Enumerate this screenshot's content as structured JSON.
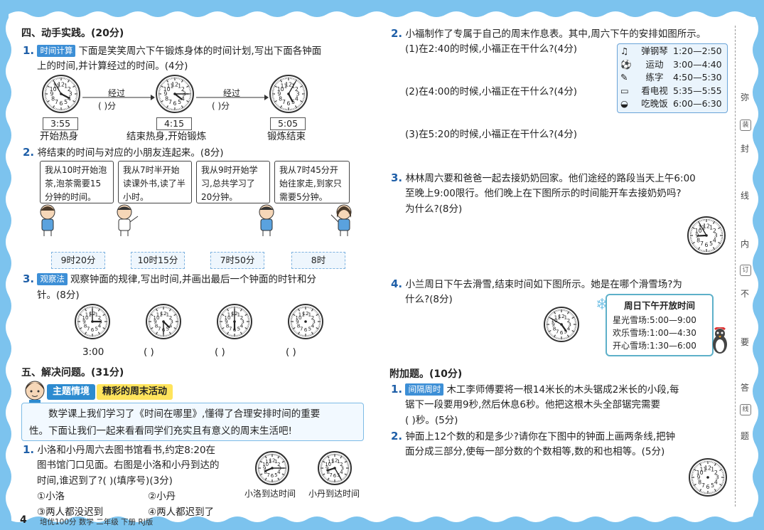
{
  "section4": {
    "title": "四、动手实践。(20分)",
    "q1": {
      "num": "1.",
      "tag": "时间计算",
      "line1": "下面是笑笑周六下午锻炼身体的时间计划,写出下面各钟面",
      "line2": "上的时间,并计算经过的时间。(4分)",
      "passed": "经过",
      "blank1": "(        )分",
      "blank2": "(        )分",
      "times": [
        "3:55",
        "4:15",
        "5:05"
      ],
      "labels": [
        "开始热身",
        "结束热身,开始锻炼",
        "锻炼结束"
      ]
    },
    "q2": {
      "num": "2.",
      "text": "将结束的时间与对应的小朋友连起来。(8分)",
      "bubbles": [
        "我从10时开始泡茶,泡茶需要15分钟的时间。",
        "我从7时半开始读课外书,读了半小时。",
        "我从9时开始学习,总共学习了20分钟。",
        "我从7时45分开始往家走,到家只需要5分钟。"
      ],
      "answers": [
        "9时20分",
        "10时15分",
        "7时50分",
        "8时"
      ]
    },
    "q3": {
      "num": "3.",
      "tag": "观察法",
      "line1": "观察钟面的规律,写出时间,并画出最后一个钟面的时针和分",
      "line2": "针。(8分)",
      "captions": [
        "3:00",
        "(        )",
        "(        )",
        "(        )"
      ]
    }
  },
  "section5": {
    "title": "五、解决问题。(31分)",
    "theme_label": "主题情境",
    "theme_title": "精彩的周末活动",
    "intro_line1": "数学课上我们学习了《时间在哪里》,懂得了合理安排时间的重要",
    "intro_line2": "性。下面让我们一起来看看同学们充实且有意义的周末生活吧!",
    "q1": {
      "num": "1.",
      "line1": "小洛和小丹周六去图书馆看书,约定8:20在",
      "line2": "图书馆门口见面。右图是小洛和小丹到达的",
      "line3": "时间,谁迟到了?(        )(填序号)(3分)",
      "opt1": "①小洛",
      "opt2": "②小丹",
      "opt3": "③两人都没迟到",
      "opt4": "④两人都迟到了",
      "clock1_caption": "小洛到达时间",
      "clock2_caption": "小丹到达时间"
    }
  },
  "footer": {
    "page_num": "4",
    "text": "培优100分   数学   二年级   下册   RJ版"
  },
  "right": {
    "q2": {
      "num": "2.",
      "line1": "小福制作了专属于自己的周末作息表。其中,周六下午的安排如图所示。",
      "sub1": "(1)在2:40的时候,小福正在干什么?(4分)",
      "sub2": "(2)在4:00的时候,小福正在干什么?(4分)",
      "sub3": "(3)在5:20的时候,小福正在干什么?(4分)",
      "schedule": [
        {
          "activity": "弹钢琴",
          "time": "1:20—2:50"
        },
        {
          "activity": "运动",
          "time": "3:00—4:40"
        },
        {
          "activity": "练字",
          "time": "4:50—5:30"
        },
        {
          "activity": "看电视",
          "time": "5:35—5:55"
        },
        {
          "activity": "吃晚饭",
          "time": "6:00—6:30"
        }
      ]
    },
    "q3": {
      "num": "3.",
      "line1": "林林周六要和爸爸一起去接奶奶回家。他们途经的路段当天上午6:00",
      "line2": "至晚上9:00限行。他们晚上在下图所示的时间能开车去接奶奶吗?",
      "line3": "为什么?(8分)"
    },
    "q4": {
      "num": "4.",
      "line1": "小兰周日下午去滑雪,结束时间如下图所示。她是在哪个滑雪场?为",
      "line2": "什么?(8分)",
      "box_title": "周日下午开放时间",
      "rows": [
        "星光雪场:5:00—9:00",
        "欢乐雪场:1:00—4:30",
        "开心雪场:1:30—6:00"
      ]
    },
    "bonus": {
      "title": "附加题。(10分)",
      "q1_num": "1.",
      "q1_tag": "间隔周时",
      "q1_line1": "木工李师傅要将一根14米长的木头锯成2米长的小段,每",
      "q1_line2": "锯下一段要用9秒,然后休息6秒。他把这根木头全部锯完需要",
      "q1_line3": "(          )秒。(5分)",
      "q2_num": "2.",
      "q2_line1": "钟面上12个数的和是多少?请你在下图中的钟面上画两条线,把钟",
      "q2_line2": "面分成三部分,使每一部分数的个数相等,数的和也相等。(5分)"
    }
  },
  "side": {
    "chars": [
      "弥",
      "封",
      "线",
      "内",
      "不",
      "要",
      "答",
      "题"
    ],
    "marks": [
      "装",
      "订",
      "线"
    ]
  },
  "colors": {
    "accent": "#2d8bd0",
    "wave": "#7cc3ee",
    "tag": "#3d8fd6"
  }
}
